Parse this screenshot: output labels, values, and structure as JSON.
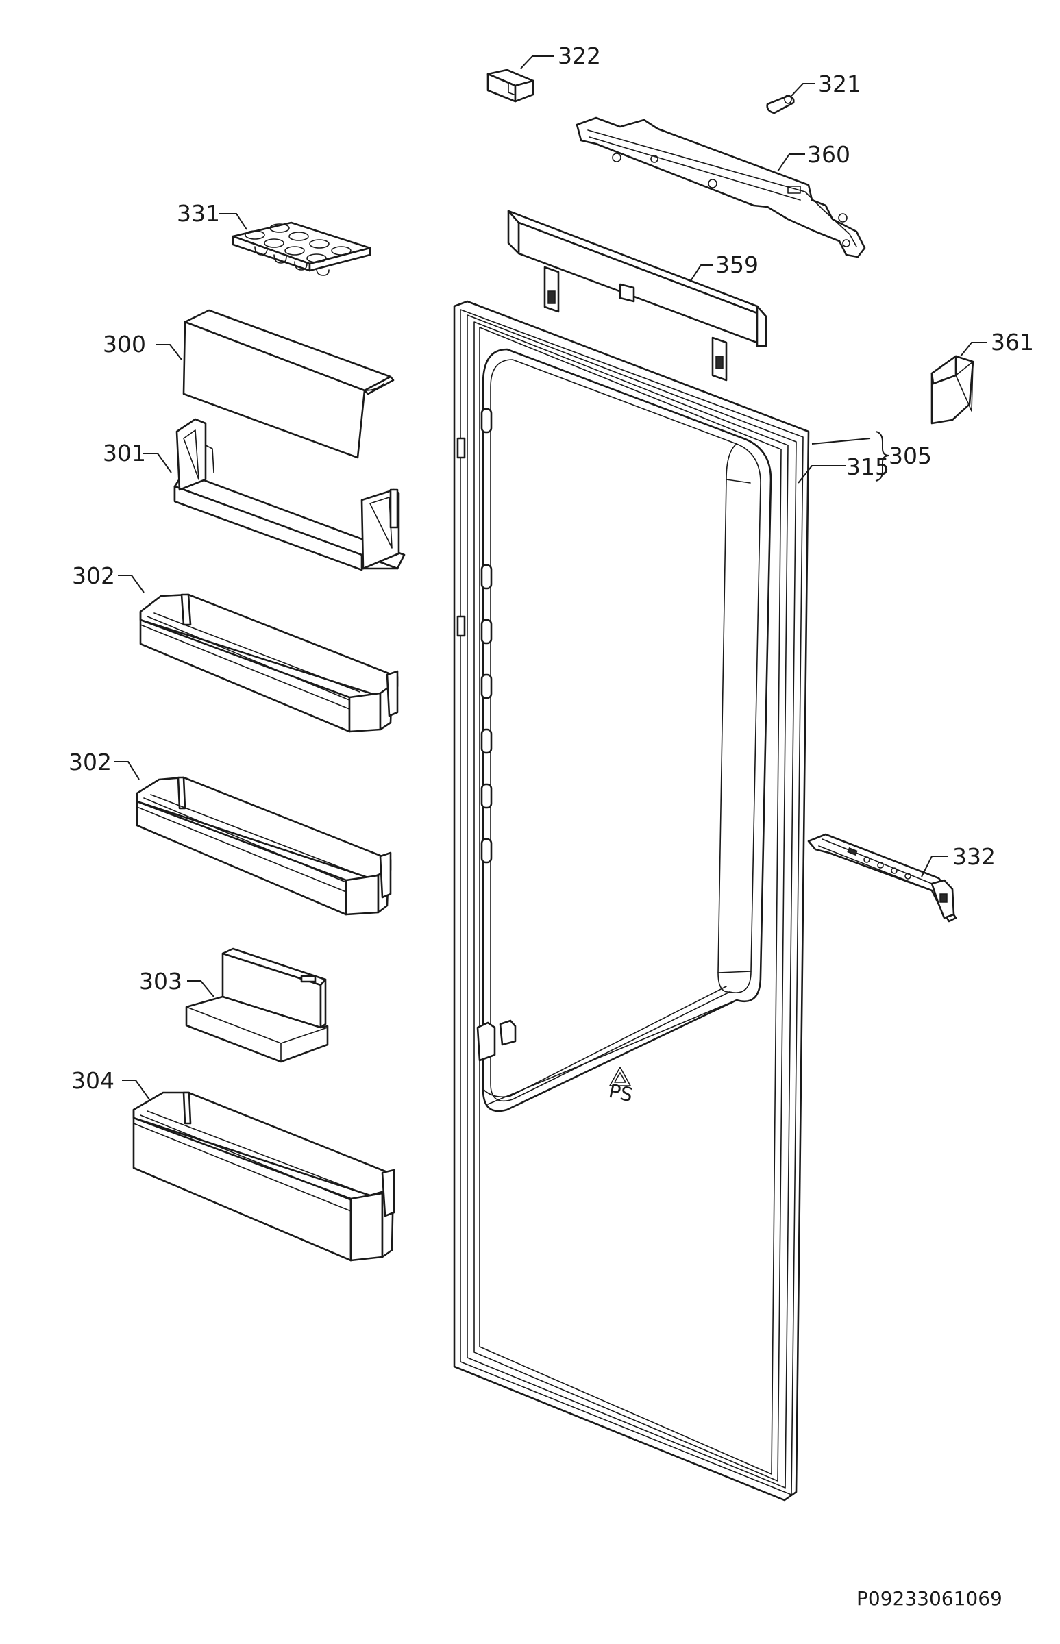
{
  "diagram": {
    "reference_code": "P09233061069",
    "callouts": {
      "c322": "322",
      "c321": "321",
      "c360": "360",
      "c331": "331",
      "c359": "359",
      "c300": "300",
      "c361": "361",
      "c301": "301",
      "c305": "305",
      "c315": "315",
      "c302a": "302",
      "c302b": "302",
      "c332": "332",
      "c303": "303",
      "c304": "304"
    },
    "recycle_mark": "PS"
  }
}
